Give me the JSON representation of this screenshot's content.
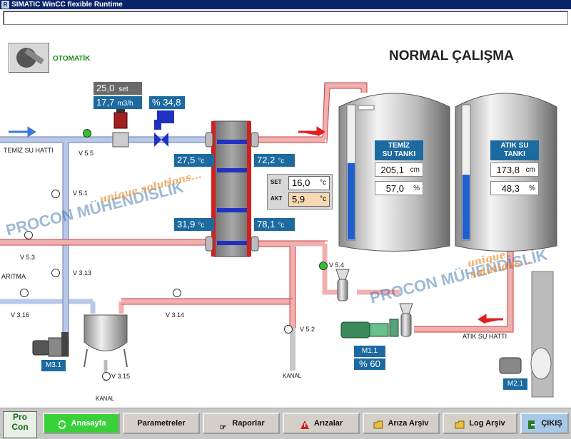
{
  "window": {
    "title": "SIMATIC WinCC flexible Runtime",
    "icon": "runtime-app-icon"
  },
  "mode": {
    "label": "OTOMATİK"
  },
  "status_title": "NORMAL ÇALIŞMA",
  "flow_setpoint": {
    "value": "25,0",
    "unit": "set"
  },
  "flow_actual": {
    "value": "17,7",
    "unit": "m3/h"
  },
  "valve_opening": {
    "prefix": "%",
    "value": "34,8"
  },
  "temps": {
    "hx_in_top_left": {
      "value": "27,5",
      "unit": "°c"
    },
    "hx_out_top_right": {
      "value": "72,2",
      "unit": "°c"
    },
    "hx_in_bottom_left": {
      "value": "31,9",
      "unit": "°c"
    },
    "hx_out_bottom_right": {
      "value": "78,1",
      "unit": "°c"
    }
  },
  "temp_control": {
    "set_label": "SET",
    "set_value": "16,0",
    "set_unit": "°c",
    "act_label": "AKT",
    "act_value": "5,9",
    "act_unit": "°c"
  },
  "tanks": [
    {
      "title_line1": "TEMİZ",
      "title_line2": "SU TANKI",
      "level_value": "205,1",
      "level_unit": "cm",
      "percent_value": "57,0",
      "percent_unit": "%",
      "fill_fraction": 0.57
    },
    {
      "title_line1": "ATIK SU",
      "title_line2": "TANKI",
      "level_value": "173,8",
      "level_unit": "cm",
      "percent_value": "48,3",
      "percent_unit": "%",
      "fill_fraction": 0.483
    }
  ],
  "lines": {
    "clean_water": "TEMİZ SU HATTI",
    "waste_water": "ATIK SU HATTI",
    "aritma": "ARITMA",
    "kanal1": "KANAL",
    "kanal2": "KANAL"
  },
  "valves": [
    "V 5.5",
    "V 5.1",
    "V 5.3",
    "V 3.13",
    "V 3.16",
    "V 3.14",
    "V 3.15",
    "V 5.2",
    "V 5.4"
  ],
  "motors": {
    "m11": "M1.1",
    "m11_speed_prefix": "%",
    "m11_speed": "60",
    "m31": "M3.1",
    "m21": "M2.1"
  },
  "watermark": {
    "brand": "PROCON MÜHENDİSLİK",
    "slogan": "unique solutions..."
  },
  "nav": {
    "logo_text": "Pro Con",
    "buttons": [
      {
        "label": "Anasayfa",
        "icon": "refresh-arrows-icon"
      },
      {
        "label": "Parametreler",
        "icon": ""
      },
      {
        "label": "Raporlar",
        "icon": "hand-pointer-icon"
      },
      {
        "label": "Arızalar",
        "icon": "warning-triangle-icon"
      },
      {
        "label": "Arıza Arşiv",
        "icon": "folder-icon"
      },
      {
        "label": "Log Arşiv",
        "icon": "folder-icon"
      },
      {
        "label": "ÇIKIŞ",
        "icon": "exit-door-icon"
      }
    ]
  },
  "colors": {
    "value_box": "#1c6aa0",
    "hot_pipe": "#f0b0b0",
    "cold_pipe": "#b8c8e8",
    "tank_fill": "#1e5fd0",
    "active_button": "#3ad03a",
    "exit_button": "#a8c8e8"
  }
}
